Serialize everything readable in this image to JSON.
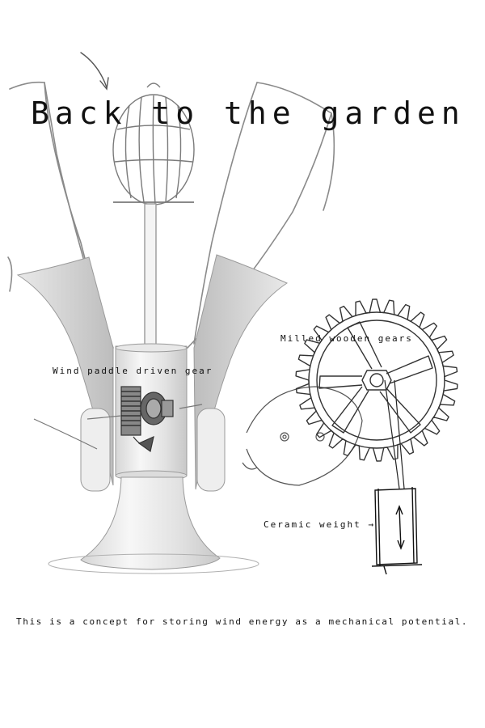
{
  "title": "Back to the garden",
  "labels": {
    "gears": "Milled wooden gears",
    "paddle": "Wind paddle driven gear",
    "weight": "Ceramic weight →"
  },
  "caption": "This is a concept for storing wind energy as a mechanical potential.",
  "colors": {
    "ink": "#111111",
    "pencil": "#8a8a8a",
    "metal_light": "#f2f2f2",
    "metal_shade": "#cfcfcf"
  }
}
